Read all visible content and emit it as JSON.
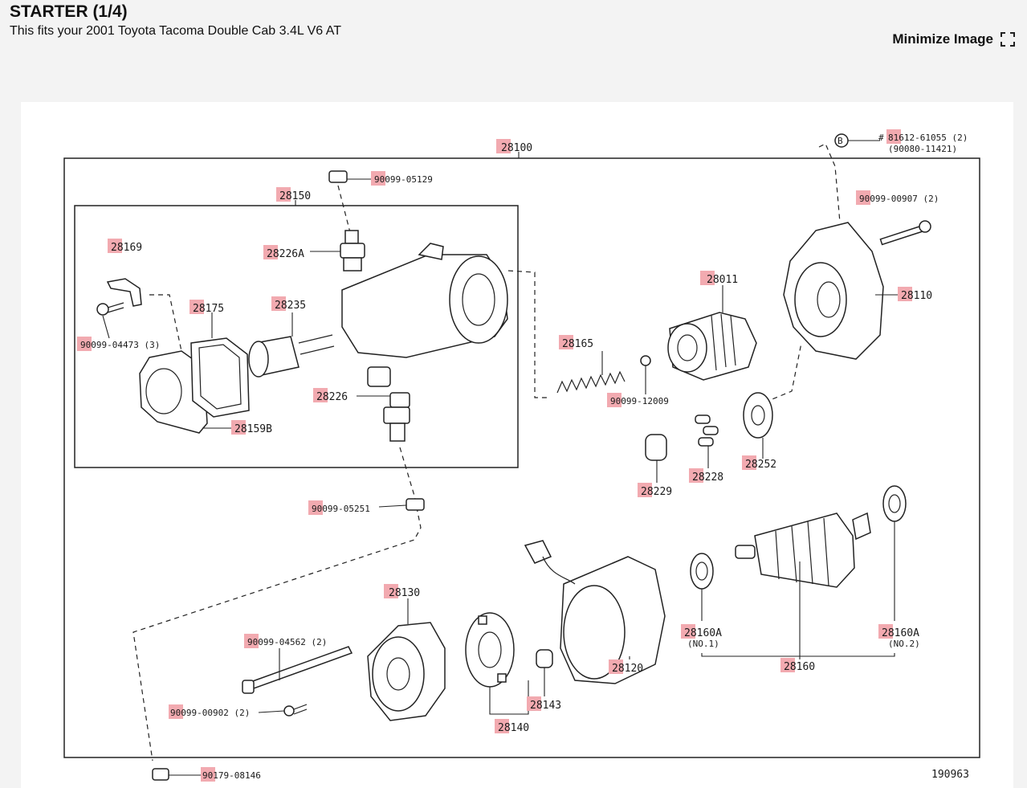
{
  "header": {
    "title": "STARTER (1/4)",
    "subtitle": "This fits your 2001 Toyota Tacoma Double Cab 3.4L V6 AT"
  },
  "toolbar": {
    "minimize_label": "Minimize Image",
    "minimize_icon": "expand-corners-icon"
  },
  "diagram": {
    "id_label": "190963",
    "highlight_color": "#f2aab0",
    "labels": {
      "p28100": "28100",
      "p81612": "81612-61055 (2)",
      "p90080": "(90080-11421)",
      "hash": "#",
      "circle_b": "B",
      "p90099_05129": "90099-05129",
      "p28150": "28150",
      "p90099_00907": "90099-00907 (2)",
      "p28169": "28169",
      "p28226A": "28226A",
      "p28011": "28011",
      "p28110": "28110",
      "p28175": "28175",
      "p28235": "28235",
      "p90099_04473": "90099-04473 (3)",
      "p28165": "28165",
      "p28226": "28226",
      "p90099_12009": "90099-12009",
      "p28159B": "28159B",
      "p28252": "28252",
      "p28228": "28228",
      "p28229": "28229",
      "p90099_05251": "90099-05251",
      "p28130": "28130",
      "p28160A_1": "28160A",
      "p28160A_1_note": "(NO.1)",
      "p28160A_2": "28160A",
      "p28160A_2_note": "(NO.2)",
      "p90099_04562": "90099-04562 (2)",
      "p28120": "28120",
      "p28160": "28160",
      "p28143": "28143",
      "p90099_00902": "90099-00902 (2)",
      "p28140": "28140",
      "p90179_08146": "90179-08146"
    }
  }
}
